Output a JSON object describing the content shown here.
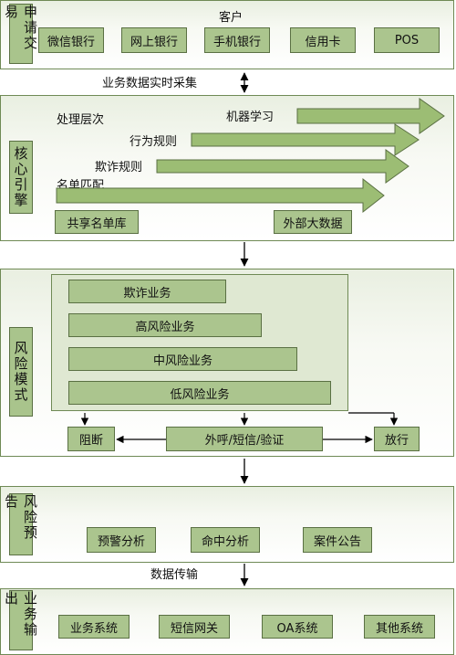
{
  "sections": {
    "application": {
      "label": "申请交易",
      "title": "客户",
      "items": [
        "微信银行",
        "网上银行",
        "手机银行",
        "信用卡",
        "POS"
      ]
    },
    "core": {
      "label": "核心引擎",
      "layers": {
        "header": "处理层次",
        "ml": "机器学习",
        "behavior": "行为规则",
        "fraud": "欺诈规则",
        "namelist": "名单匹配"
      },
      "shared": "共享名单库",
      "external": "外部大数据"
    },
    "risk": {
      "label": "风险模式",
      "items": [
        "欺诈业务",
        "高风险业务",
        "中风险业务",
        "低风险业务"
      ],
      "block": "阻断",
      "verify": "外呼/短信/验证",
      "release": "放行"
    },
    "warning": {
      "label": "风险预告",
      "items": [
        "预警分析",
        "命中分析",
        "案件公告"
      ]
    },
    "output": {
      "label": "业务输出",
      "items": [
        "业务系统",
        "短信网关",
        "OA系统",
        "其他系统"
      ]
    }
  },
  "connectors": {
    "realtime": "业务数据实时采集",
    "transfer": "数据传输"
  },
  "colors": {
    "box_fill": "#abc58e",
    "arrow_fill": "#9cbd74",
    "border": "#5a7043"
  }
}
